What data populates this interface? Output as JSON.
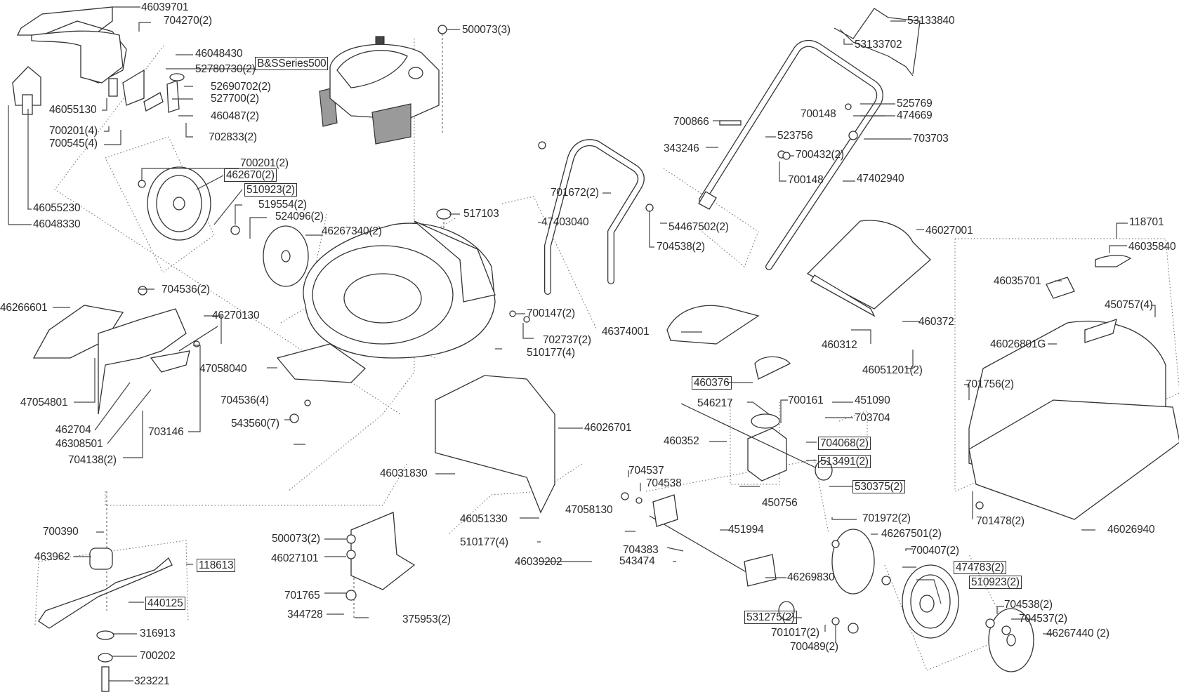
{
  "diagram": {
    "title": "Lawn mower exploded parts diagram",
    "engine_label": "B&SSeries500",
    "parts": [
      {
        "id": "p01",
        "label": "46039701",
        "boxed": false
      },
      {
        "id": "p02",
        "label": "704270(2)",
        "boxed": false
      },
      {
        "id": "p03",
        "label": "46048430",
        "boxed": false
      },
      {
        "id": "p04",
        "label": "52780730(2)",
        "boxed": false
      },
      {
        "id": "p05",
        "label": "52690702(2)",
        "boxed": false
      },
      {
        "id": "p06",
        "label": "527700(2)",
        "boxed": false
      },
      {
        "id": "p07",
        "label": "460487(2)",
        "boxed": false
      },
      {
        "id": "p08",
        "label": "702833(2)",
        "boxed": false
      },
      {
        "id": "p09",
        "label": "46055130",
        "boxed": false
      },
      {
        "id": "p10",
        "label": "700201(4)",
        "boxed": false
      },
      {
        "id": "p11",
        "label": "700545(4)",
        "boxed": false
      },
      {
        "id": "p12",
        "label": "700201(2)",
        "boxed": false
      },
      {
        "id": "p13",
        "label": "462670(2)",
        "boxed": true
      },
      {
        "id": "p14",
        "label": "510923(2)",
        "boxed": true
      },
      {
        "id": "p15",
        "label": "519554(2)",
        "boxed": false
      },
      {
        "id": "p16",
        "label": "524096(2)",
        "boxed": false
      },
      {
        "id": "p17",
        "label": "46267340(2)",
        "boxed": false
      },
      {
        "id": "p18",
        "label": "46055230",
        "boxed": false
      },
      {
        "id": "p19",
        "label": "46048330",
        "boxed": false
      },
      {
        "id": "p20",
        "label": "500073(3)",
        "boxed": false
      },
      {
        "id": "p21",
        "label": "517103",
        "boxed": false
      },
      {
        "id": "p22",
        "label": "53133840",
        "boxed": false
      },
      {
        "id": "p23",
        "label": "53133702",
        "boxed": false
      },
      {
        "id": "p24",
        "label": "525769",
        "boxed": false
      },
      {
        "id": "p25",
        "label": "474669",
        "boxed": false
      },
      {
        "id": "p26",
        "label": "700148",
        "boxed": false
      },
      {
        "id": "p27",
        "label": "700866",
        "boxed": false
      },
      {
        "id": "p28",
        "label": "523756",
        "boxed": false
      },
      {
        "id": "p29",
        "label": "703703",
        "boxed": false
      },
      {
        "id": "p30",
        "label": "343246",
        "boxed": false
      },
      {
        "id": "p31",
        "label": "700432(2)",
        "boxed": false
      },
      {
        "id": "p32",
        "label": "700148",
        "boxed": false
      },
      {
        "id": "p33",
        "label": "47402940",
        "boxed": false
      },
      {
        "id": "p34",
        "label": "701672(2)",
        "boxed": false
      },
      {
        "id": "p35",
        "label": "47403040",
        "boxed": false
      },
      {
        "id": "p36",
        "label": "54467502(2)",
        "boxed": false
      },
      {
        "id": "p37",
        "label": "704538(2)",
        "boxed": false
      },
      {
        "id": "p38",
        "label": "46027001",
        "boxed": false
      },
      {
        "id": "p39",
        "label": "118701",
        "boxed": false
      },
      {
        "id": "p40",
        "label": "46035840",
        "boxed": false
      },
      {
        "id": "p41",
        "label": "46035701",
        "boxed": false
      },
      {
        "id": "p42",
        "label": "450757(4)",
        "boxed": false
      },
      {
        "id": "p43",
        "label": "46026801G",
        "boxed": false
      },
      {
        "id": "p44",
        "label": "460372",
        "boxed": false
      },
      {
        "id": "p45",
        "label": "460312",
        "boxed": false
      },
      {
        "id": "p46",
        "label": "46051201(2)",
        "boxed": false
      },
      {
        "id": "p47",
        "label": "46374001",
        "boxed": false
      },
      {
        "id": "p48",
        "label": "704536(2)",
        "boxed": false
      },
      {
        "id": "p49",
        "label": "46266601",
        "boxed": false
      },
      {
        "id": "p50",
        "label": "46270130",
        "boxed": false
      },
      {
        "id": "p51",
        "label": "47058040",
        "boxed": false
      },
      {
        "id": "p52",
        "label": "47054801",
        "boxed": false
      },
      {
        "id": "p53",
        "label": "462704",
        "boxed": false
      },
      {
        "id": "p54",
        "label": "46308501",
        "boxed": false
      },
      {
        "id": "p55",
        "label": "703146",
        "boxed": false
      },
      {
        "id": "p56",
        "label": "704138(2)",
        "boxed": false
      },
      {
        "id": "p57",
        "label": "704536(4)",
        "boxed": false
      },
      {
        "id": "p58",
        "label": "543560(7)",
        "boxed": false
      },
      {
        "id": "p59",
        "label": "700147(2)",
        "boxed": false
      },
      {
        "id": "p60",
        "label": "702737(2)",
        "boxed": false
      },
      {
        "id": "p61",
        "label": "510177(4)",
        "boxed": false
      },
      {
        "id": "p62",
        "label": "460376",
        "boxed": true
      },
      {
        "id": "p63",
        "label": "546217",
        "boxed": false
      },
      {
        "id": "p64",
        "label": "700161",
        "boxed": false
      },
      {
        "id": "p65",
        "label": "451090",
        "boxed": false
      },
      {
        "id": "p66",
        "label": "703704",
        "boxed": false
      },
      {
        "id": "p67",
        "label": "460352",
        "boxed": false
      },
      {
        "id": "p68",
        "label": "704068(2)",
        "boxed": true
      },
      {
        "id": "p69",
        "label": "513491(2)",
        "boxed": true
      },
      {
        "id": "p70",
        "label": "530375(2)",
        "boxed": true
      },
      {
        "id": "p71",
        "label": "450756",
        "boxed": false
      },
      {
        "id": "p72",
        "label": "451994",
        "boxed": false
      },
      {
        "id": "p73",
        "label": "46026701",
        "boxed": false
      },
      {
        "id": "p74",
        "label": "46031830",
        "boxed": false
      },
      {
        "id": "p75",
        "label": "46051330",
        "boxed": false
      },
      {
        "id": "p76",
        "label": "47058130",
        "boxed": false
      },
      {
        "id": "p77",
        "label": "510177(4)",
        "boxed": false
      },
      {
        "id": "p78",
        "label": "46039202",
        "boxed": false
      },
      {
        "id": "p79",
        "label": "704537",
        "boxed": false
      },
      {
        "id": "p80",
        "label": "704538",
        "boxed": false
      },
      {
        "id": "p81",
        "label": "704383",
        "boxed": false
      },
      {
        "id": "p82",
        "label": "543474",
        "boxed": false
      },
      {
        "id": "p83",
        "label": "701756(2)",
        "boxed": false
      },
      {
        "id": "p84",
        "label": "701478(2)",
        "boxed": false
      },
      {
        "id": "p85",
        "label": "46026940",
        "boxed": false
      },
      {
        "id": "p86",
        "label": "701972(2)",
        "boxed": false
      },
      {
        "id": "p87",
        "label": "46267501(2)",
        "boxed": false
      },
      {
        "id": "p88",
        "label": "700407(2)",
        "boxed": false
      },
      {
        "id": "p89",
        "label": "474783(2)",
        "boxed": true
      },
      {
        "id": "p90",
        "label": "510923(2)",
        "boxed": true
      },
      {
        "id": "p91",
        "label": "46269830",
        "boxed": false
      },
      {
        "id": "p92",
        "label": "531275(2)",
        "boxed": true
      },
      {
        "id": "p93",
        "label": "701017(2)",
        "boxed": false
      },
      {
        "id": "p94",
        "label": "700489(2)",
        "boxed": false
      },
      {
        "id": "p95",
        "label": "704538(2)",
        "boxed": false
      },
      {
        "id": "p96",
        "label": "704537(2)",
        "boxed": false
      },
      {
        "id": "p97",
        "label": "46267440 (2)",
        "boxed": false
      },
      {
        "id": "p98",
        "label": "700390",
        "boxed": false
      },
      {
        "id": "p99",
        "label": "463962",
        "boxed": false
      },
      {
        "id": "p100",
        "label": "118613",
        "boxed": true
      },
      {
        "id": "p101",
        "label": "440125",
        "boxed": true
      },
      {
        "id": "p102",
        "label": "316913",
        "boxed": false
      },
      {
        "id": "p103",
        "label": "700202",
        "boxed": false
      },
      {
        "id": "p104",
        "label": "323221",
        "boxed": false
      },
      {
        "id": "p105",
        "label": "500073(2)",
        "boxed": false
      },
      {
        "id": "p106",
        "label": "46027101",
        "boxed": false
      },
      {
        "id": "p107",
        "label": "701765",
        "boxed": false
      },
      {
        "id": "p108",
        "label": "344728",
        "boxed": false
      },
      {
        "id": "p109",
        "label": "375953(2)",
        "boxed": false
      }
    ]
  }
}
